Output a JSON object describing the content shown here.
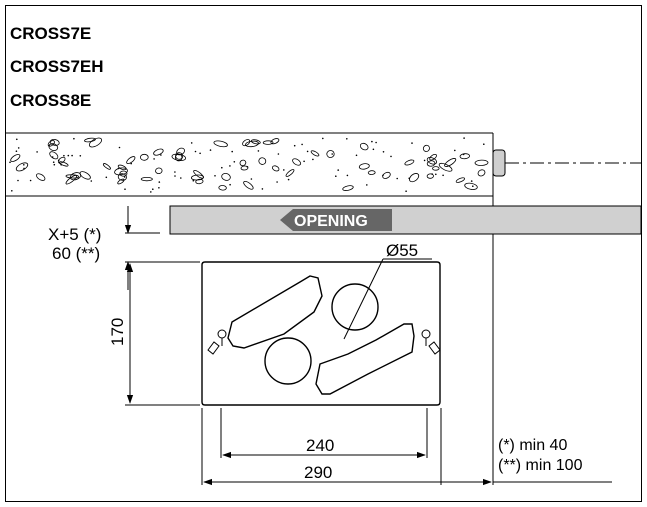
{
  "titles": [
    "CROSS7E",
    "CROSS7EH",
    "CROSS8E"
  ],
  "opening_label": "OPENING",
  "dimensions": {
    "offset_top": "X+5 (*)",
    "offset_bottom": "60 (**)",
    "height": "170",
    "diameter": "Ø55",
    "inner_width": "240",
    "outer_width": "290"
  },
  "notes": {
    "note_1": "(*) min 40",
    "note_2": "(**) min 100"
  },
  "colors": {
    "opening_fill": "#d0d0d0",
    "opening_label_bg": "#666666",
    "line": "#000000"
  }
}
